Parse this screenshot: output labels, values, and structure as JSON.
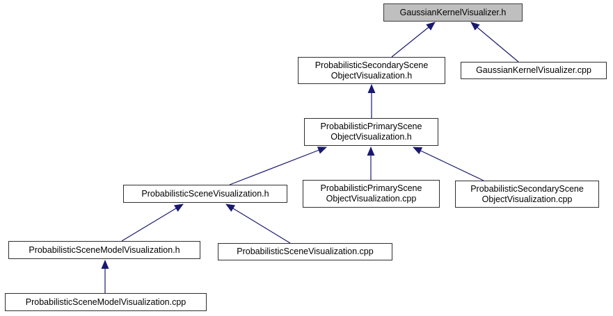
{
  "graph": {
    "type": "dependency-graph",
    "description": "included-by graph",
    "colors": {
      "current_node_fill": "#bfbfbf",
      "node_fill": "#ffffff",
      "node_border": "#2e2e2e",
      "edge": "#191970",
      "text": "#000000",
      "background": "#ffffff"
    },
    "nodes": [
      {
        "label": "GaussianKernelVisualizer.h",
        "type": "current"
      },
      {
        "label": "ProbabilisticSecondaryScene\nObjectVisualization.h",
        "type": "file"
      },
      {
        "label": "GaussianKernelVisualizer.cpp",
        "type": "file"
      },
      {
        "label": "ProbabilisticPrimaryScene\nObjectVisualization.h",
        "type": "file"
      },
      {
        "label": "ProbabilisticSceneVisualization.h",
        "type": "file"
      },
      {
        "label": "ProbabilisticPrimaryScene\nObjectVisualization.cpp",
        "type": "file"
      },
      {
        "label": "ProbabilisticSecondaryScene\nObjectVisualization.cpp",
        "type": "file"
      },
      {
        "label": "ProbabilisticSceneModelVisualization.h",
        "type": "file"
      },
      {
        "label": "ProbabilisticSceneVisualization.cpp",
        "type": "file"
      },
      {
        "label": "ProbabilisticSceneModelVisualization.cpp",
        "type": "file"
      }
    ],
    "edges": [
      {
        "from": 1,
        "to": 0
      },
      {
        "from": 2,
        "to": 0
      },
      {
        "from": 3,
        "to": 1
      },
      {
        "from": 4,
        "to": 3
      },
      {
        "from": 5,
        "to": 3
      },
      {
        "from": 6,
        "to": 3
      },
      {
        "from": 7,
        "to": 4
      },
      {
        "from": 8,
        "to": 4
      },
      {
        "from": 9,
        "to": 7
      }
    ]
  }
}
